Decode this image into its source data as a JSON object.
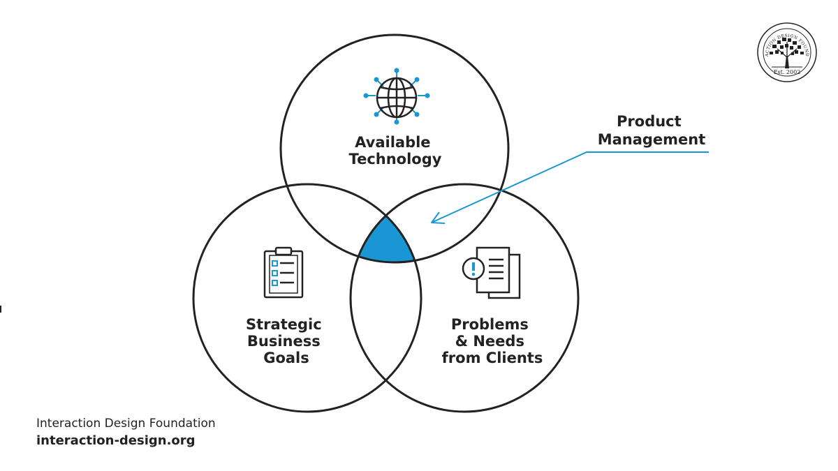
{
  "colors": {
    "accent": "#1a96d4",
    "ink": "#222222",
    "background": "#ffffff"
  },
  "circles": [
    {
      "id": "top",
      "lines": [
        "Available",
        "Technology"
      ],
      "icon": "globe-network-icon"
    },
    {
      "id": "left",
      "lines": [
        "Strategic",
        "Business",
        "Goals"
      ],
      "icon": "clipboard-checklist-icon"
    },
    {
      "id": "right",
      "lines": [
        "Problems",
        "& Needs",
        "from Clients"
      ],
      "icon": "documents-alert-icon"
    }
  ],
  "callout": {
    "lines": [
      "Product",
      "Management"
    ]
  },
  "footer": {
    "org": "Interaction Design Foundation",
    "url": "interaction-design.org"
  },
  "emblem": {
    "arc_text": "INTERACTION DESIGN FOUNDATION",
    "est": "Est. 2002"
  }
}
